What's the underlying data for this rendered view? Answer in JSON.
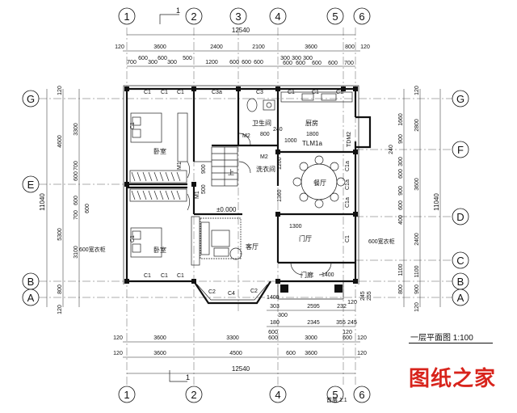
{
  "drawing": {
    "title": "一层平面图 1:100",
    "watermark": "图纸之家",
    "level_mark": "±0.000",
    "section_mark": "1",
    "bottom_stamp": "首层 1:1"
  },
  "axes": {
    "vertical": [
      "1",
      "2",
      "3",
      "4",
      "5",
      "6"
    ],
    "horizontal_right": [
      "G",
      "F",
      "D",
      "C",
      "B",
      "A"
    ],
    "horizontal_left": [
      "G",
      "E",
      "B",
      "A"
    ]
  },
  "dimensions": {
    "top_total": "12540",
    "top_segments": [
      "120",
      "3600",
      "2400",
      "2100",
      "3600",
      "800",
      "120"
    ],
    "top_detail": [
      "700",
      "600",
      "300",
      "600",
      "300",
      "500",
      "1200",
      "600",
      "600",
      "600",
      "300",
      "300",
      "300",
      "600",
      "600",
      "600",
      "600",
      "700"
    ],
    "bottom_segments_1": [
      "120",
      "3600",
      "3300",
      "600",
      "3000",
      "600",
      "120"
    ],
    "bottom_segments_2": [
      "120",
      "3600",
      "4500",
      "600",
      "3600",
      "120"
    ],
    "bottom_total": "12540",
    "bottom_small": [
      "303",
      "2595",
      "232",
      "120",
      "2345",
      "355",
      "245",
      "180",
      "300",
      "600",
      "120"
    ],
    "left_total": "11040",
    "left_outer": [
      "120",
      "4600",
      "5300",
      "800",
      "120"
    ],
    "left_inner": [
      "3300",
      "700",
      "600",
      "600",
      "700",
      "600",
      "3100"
    ],
    "right_total": "11040",
    "right_outer": [
      "120",
      "2800",
      "3600",
      "2400",
      "1100",
      "900",
      "120"
    ],
    "right_inner": [
      "1660",
      "900",
      "240",
      "300",
      "600",
      "900",
      "600",
      "400",
      "1100",
      "800"
    ],
    "interior": [
      "800",
      "240",
      "1800",
      "1000",
      "1200",
      "1300",
      "1360",
      "900",
      "500",
      "1400",
      "245",
      "255",
      "1400"
    ]
  },
  "rooms": {
    "bedroom_1": "卧室",
    "bedroom_2": "卧室",
    "toilet": "卫生间",
    "kitchen": "厨房",
    "laundry": "洗衣间",
    "dining": "餐厅",
    "living": "客厅",
    "foyer": "门厅",
    "porch": "门廊",
    "wardrobe_note_1": "600宽衣柜",
    "wardrobe_note_2": "600宽衣柜",
    "stair_up": "上"
  },
  "openings": {
    "windows": [
      "C1",
      "C1",
      "C1",
      "C3a",
      "C3",
      "C1",
      "C1",
      "C1",
      "C1",
      "C1",
      "C1",
      "C1a",
      "C1a",
      "C1a",
      "C1",
      "C1",
      "C1",
      "C2",
      "C4",
      "C2"
    ],
    "doors": [
      "M1",
      "M1",
      "M2",
      "M2",
      "TLM1a",
      "TDM2"
    ]
  }
}
